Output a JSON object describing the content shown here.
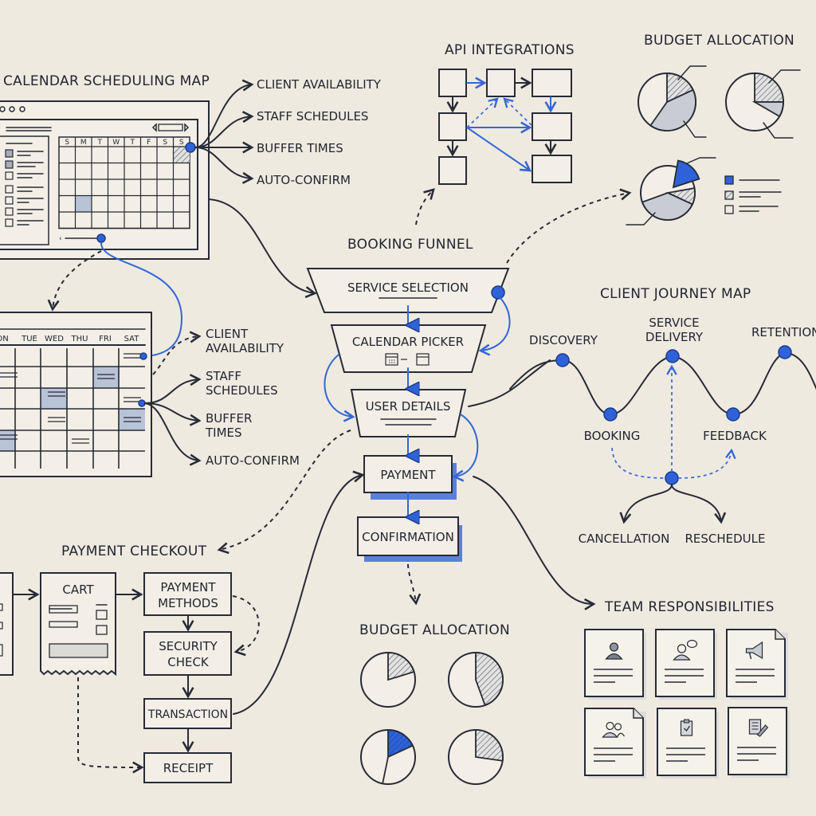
{
  "colors": {
    "background": "#efeae0",
    "ink": "#262b36",
    "accent": "#2f62d9",
    "shade": "#c9ccd3"
  },
  "calendar_map": {
    "title": "CALENDAR SCHEDULING MAP",
    "weekday_initials": [
      "S",
      "M",
      "T",
      "W",
      "T",
      "F",
      "S",
      "S"
    ],
    "branches": [
      "CLIENT AVAILABILITY",
      "STAFF SCHEDULES",
      "BUFFER TIMES",
      "AUTO-CONFIRM"
    ]
  },
  "weekly_calendar": {
    "days": [
      "ON",
      "TUE",
      "WED",
      "THU",
      "FRI",
      "SAT"
    ],
    "branches": [
      "CLIENT AVAILABILITY",
      "STAFF SCHEDULES",
      "BUFFER TIMES",
      "AUTO-CONFIRM"
    ]
  },
  "api": {
    "title": "API INTEGRATIONS"
  },
  "budget_top": {
    "title": "BUDGET ALLOCATION",
    "legend_icons": [
      "blue-square",
      "hatched-square",
      "empty-square"
    ]
  },
  "funnel": {
    "title": "BOOKING FUNNEL",
    "steps": [
      "SERVICE SELECTION",
      "CALENDAR PICKER",
      "USER DETAILS",
      "PAYMENT",
      "CONFIRMATION"
    ]
  },
  "journey": {
    "title": "CLIENT JOURNEY MAP",
    "stages": {
      "discovery": "DISCOVERY",
      "booking": "BOOKING",
      "service_1": "SERVICE",
      "service_2": "DELIVERY",
      "feedback": "FEEDBACK",
      "retention": "RETENTION"
    },
    "outcomes": [
      "CANCELLATION",
      "RESCHEDULE"
    ]
  },
  "checkout": {
    "title": "PAYMENT CHECKOUT",
    "cart": "CART",
    "methods_1": "PAYMENT",
    "methods_2": "METHODS",
    "security_1": "SECURITY",
    "security_2": "CHECK",
    "transaction": "TRANSACTION",
    "receipt": "RECEIPT"
  },
  "budget_bottom": {
    "title": "BUDGET ALLOCATION"
  },
  "team": {
    "title": "TEAM RESPONSIBILITIES",
    "cards": [
      "person-icon",
      "person-chat-icon",
      "megaphone-icon",
      "group-icon",
      "clipboard-check-icon",
      "edit-document-icon"
    ]
  }
}
